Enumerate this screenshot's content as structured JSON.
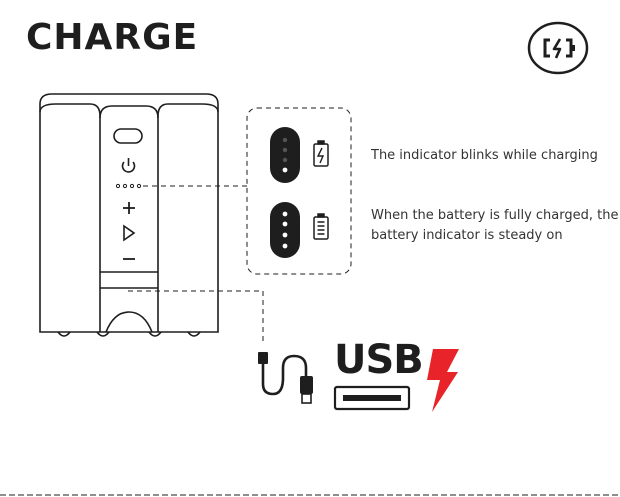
{
  "title": "CHARGE",
  "indicators": {
    "charging_text": "The indicator blinks while charging",
    "full_text": "When the battery is fully charged, the battery indicator is steady on"
  },
  "usb": {
    "label": "USB"
  },
  "colors": {
    "accent_red": "#e8232a",
    "ink": "#1e1e1e"
  },
  "icons": [
    "battery-charging-badge-icon",
    "power-icon",
    "plus-icon",
    "play-icon",
    "minus-icon",
    "battery-charging-icon",
    "battery-full-icon",
    "usb-cable-icon",
    "usb-port-icon",
    "lightning-bolt-icon"
  ]
}
